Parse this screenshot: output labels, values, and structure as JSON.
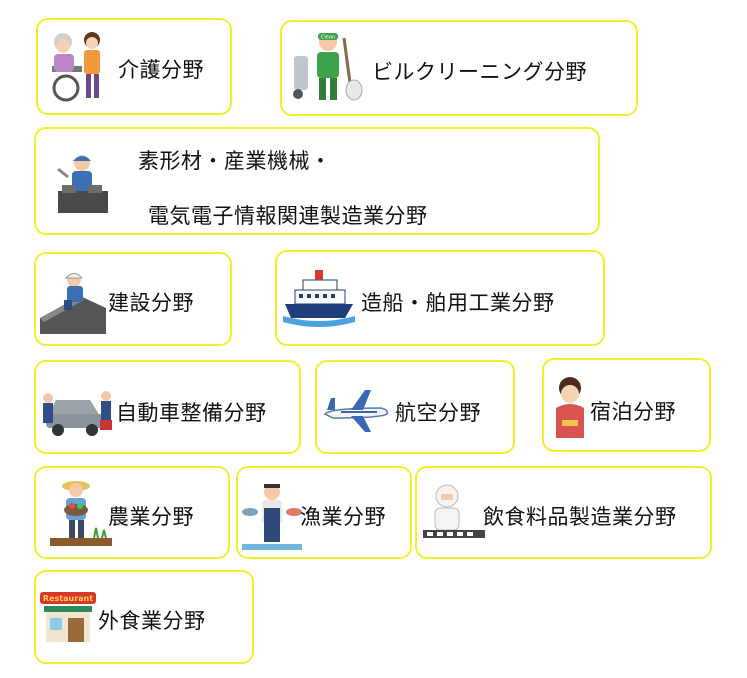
{
  "cards": [
    {
      "id": "care",
      "lines": [
        "介護分野"
      ],
      "icon": "caregiver-wheelchair-icon"
    },
    {
      "id": "cleaning",
      "lines": [
        "ビルクリーニング分野"
      ],
      "icon": "cleaning-worker-icon"
    },
    {
      "id": "materials",
      "lines": [
        "素形材・産業機械・",
        "電気電子情報関連製造業分野"
      ],
      "icon": "factory-worker-icon"
    },
    {
      "id": "construction",
      "lines": [
        "建設分野"
      ],
      "icon": "roof-worker-icon"
    },
    {
      "id": "shipbuilding",
      "lines": [
        "造船・舶用工業分野"
      ],
      "icon": "ship-icon"
    },
    {
      "id": "auto",
      "lines": [
        "自動車整備分野"
      ],
      "icon": "car-mechanic-icon"
    },
    {
      "id": "aviation",
      "lines": [
        "航空分野"
      ],
      "icon": "airplane-icon"
    },
    {
      "id": "lodging",
      "lines": [
        "宿泊分野"
      ],
      "icon": "hotel-staff-icon"
    },
    {
      "id": "agriculture",
      "lines": [
        "農業分野"
      ],
      "icon": "farmer-icon"
    },
    {
      "id": "fishery",
      "lines": [
        "漁業分野"
      ],
      "icon": "fisherman-icon"
    },
    {
      "id": "food",
      "lines": [
        "飲食料品製造業分野"
      ],
      "icon": "food-factory-worker-icon"
    },
    {
      "id": "restaurant",
      "lines": [
        "外食業分野"
      ],
      "icon": "restaurant-icon"
    }
  ],
  "restaurant_sign": "Restaurant",
  "cleaning_sign": "Clean",
  "colors": {
    "border": "#f5ee2a"
  }
}
